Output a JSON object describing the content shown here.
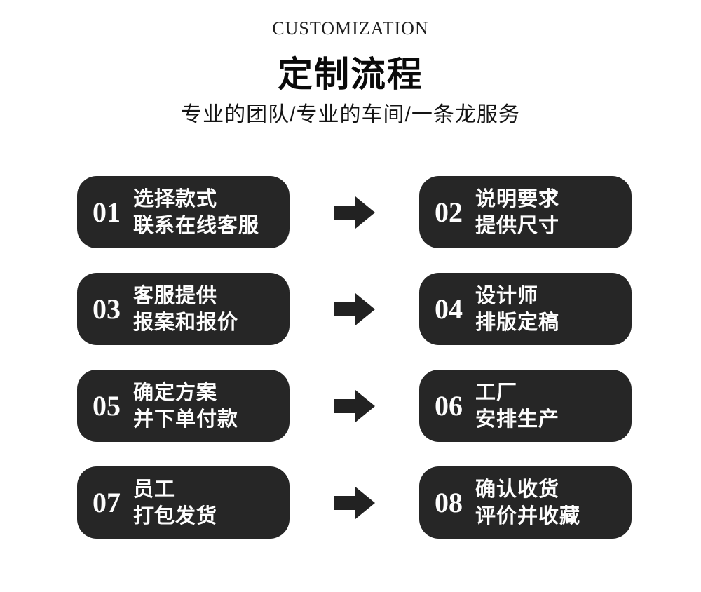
{
  "header": {
    "eyebrow": "CUSTOMIZATION",
    "title": "定制流程",
    "subtitle": "专业的团队/专业的车间/一条龙服务"
  },
  "steps": [
    {
      "number": "01",
      "line1": "选择款式",
      "line2": "联系在线客服"
    },
    {
      "number": "02",
      "line1": "说明要求",
      "line2": "提供尺寸"
    },
    {
      "number": "03",
      "line1": "客服提供",
      "line2": "报案和报价"
    },
    {
      "number": "04",
      "line1": "设计师",
      "line2": "排版定稿"
    },
    {
      "number": "05",
      "line1": "确定方案",
      "line2": "并下单付款"
    },
    {
      "number": "06",
      "line1": "工厂",
      "line2": "安排生产"
    },
    {
      "number": "07",
      "line1": "员工",
      "line2": "打包发货"
    },
    {
      "number": "08",
      "line1": "确认收货",
      "line2": "评价并收藏"
    }
  ],
  "colors": {
    "background": "#ffffff",
    "card_bg": "#262626",
    "card_text": "#fdfdfd",
    "arrow": "#222222",
    "heading_text": "#0a0a0a"
  },
  "icons": {
    "arrow": "right-arrow"
  }
}
